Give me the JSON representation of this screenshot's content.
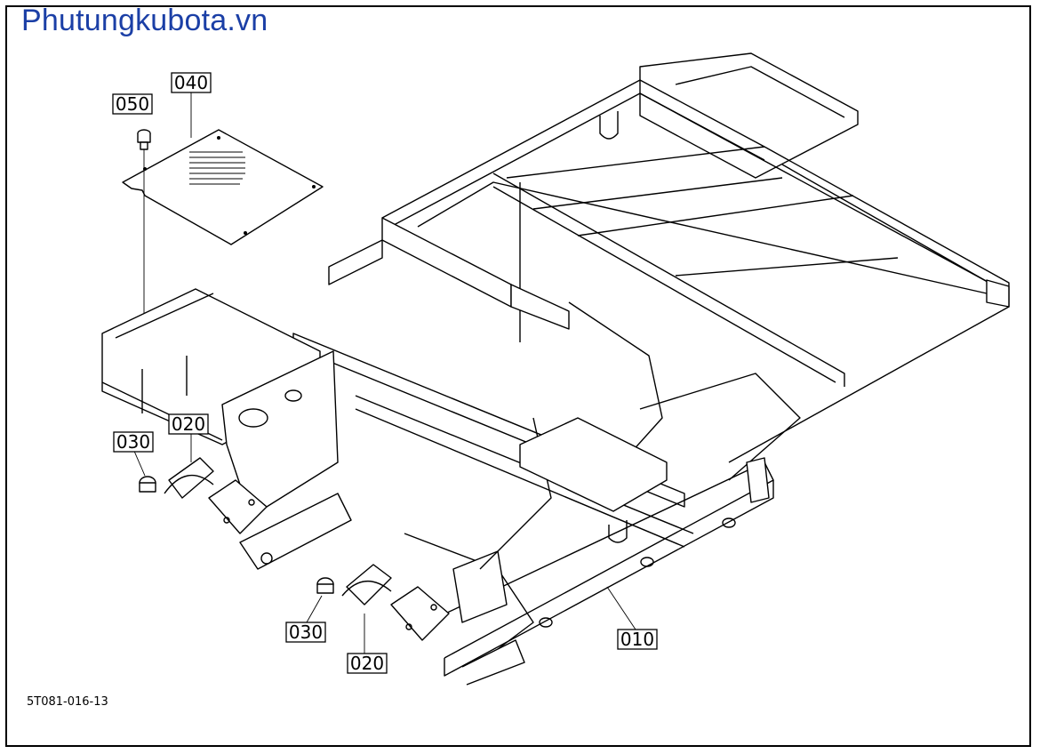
{
  "header": {
    "site_title": "Phutungkubota.vn"
  },
  "drawing": {
    "code": "5T081-016-13"
  },
  "callouts": [
    {
      "id": "c050",
      "label": "050"
    },
    {
      "id": "c040",
      "label": "040"
    },
    {
      "id": "c030a",
      "label": "030"
    },
    {
      "id": "c020a",
      "label": "020"
    },
    {
      "id": "c030b",
      "label": "030"
    },
    {
      "id": "c020b",
      "label": "020"
    },
    {
      "id": "c010",
      "label": "010"
    }
  ]
}
